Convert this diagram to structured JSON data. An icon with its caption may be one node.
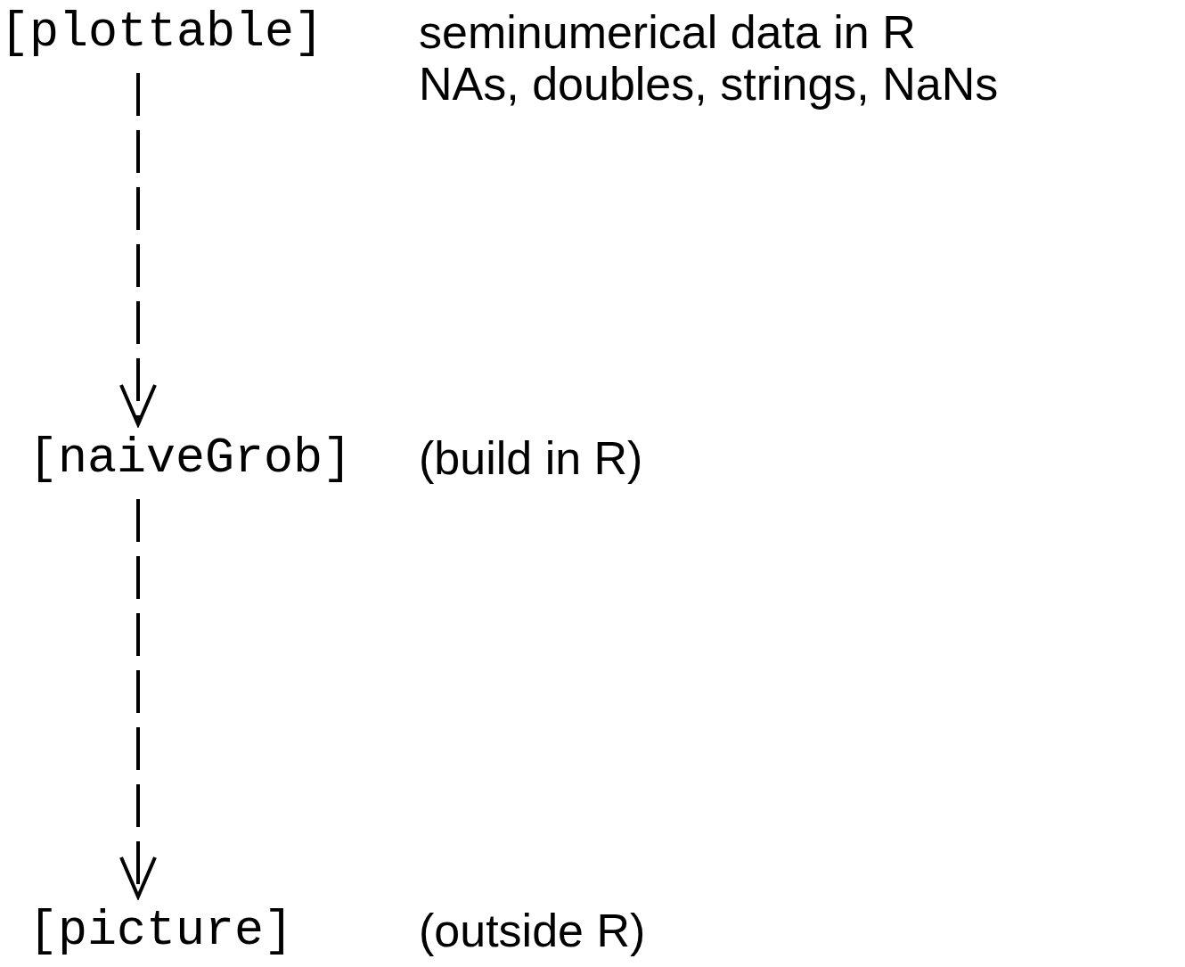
{
  "diagram": {
    "nodes": [
      {
        "text": [
          "[plottable]"
        ],
        "beside": [
          "seminumerical data in R",
          "NAs, doubles, strings, NaNs"
        ]
      },
      {
        "text": [
          "[naiveGrob]"
        ],
        "beside": [
          "(build in R)"
        ]
      },
      {
        "text": [
          "[picture]"
        ],
        "beside": [
          "(outside R)"
        ]
      }
    ],
    "edges": [
      {
        "from": 0,
        "to": 1,
        "arrow": "to",
        "style": "dashed"
      },
      {
        "from": 1,
        "to": 2,
        "arrow": "to",
        "style": "dashed"
      }
    ]
  }
}
